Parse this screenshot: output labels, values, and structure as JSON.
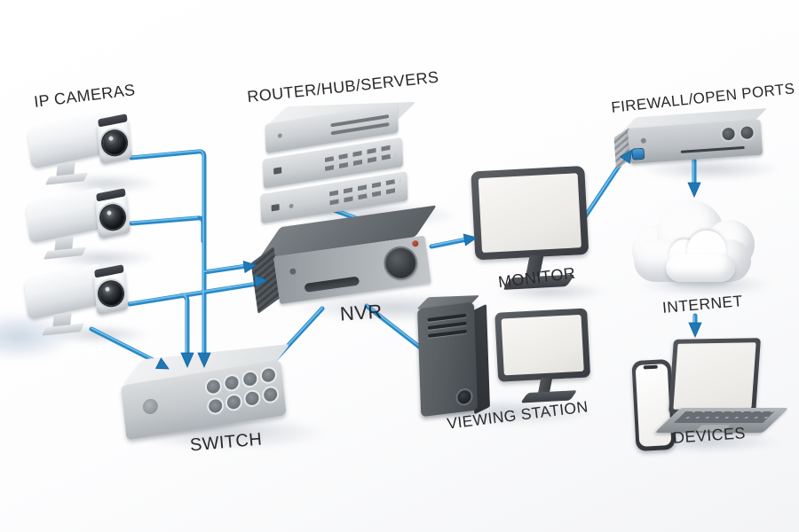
{
  "diagram": {
    "type": "network-topology",
    "subject": "IP camera surveillance system network diagram",
    "background_color": "#fcfcfd",
    "wire_color": "#2a89c7",
    "wire_highlight_color": "#79c6ef",
    "label_color": "#29292c",
    "labels": {
      "ip_cameras": "IP CAMERAS",
      "router": "ROUTER/HUB/SERVERS",
      "firewall": "FIREWALL/OPEN PORTS",
      "nvr": "NVR",
      "monitor": "MONITOR",
      "internet": "INTERNET",
      "switch": "SWITCH",
      "viewing_station": "VIEWING STATION",
      "devices": "DEVICES"
    },
    "nodes": [
      {
        "id": "ip-cameras",
        "label": "IP CAMERAS",
        "count": 3
      },
      {
        "id": "router-hub-servers",
        "label": "ROUTER/HUB/SERVERS",
        "stacked_units": 3
      },
      {
        "id": "firewall-open-ports",
        "label": "FIREWALL/OPEN PORTS"
      },
      {
        "id": "nvr",
        "label": "NVR"
      },
      {
        "id": "monitor",
        "label": "MONITOR"
      },
      {
        "id": "internet",
        "label": "INTERNET"
      },
      {
        "id": "switch",
        "label": "SWITCH",
        "ports": 8
      },
      {
        "id": "viewing-station",
        "label": "VIEWING STATION"
      },
      {
        "id": "devices",
        "label": "DEVICES",
        "items": [
          "smartphone",
          "laptop"
        ]
      }
    ],
    "connections": [
      {
        "from": "ip-camera-1",
        "to": "nvr",
        "arrow": true
      },
      {
        "from": "ip-camera-1",
        "to": "switch",
        "arrow": true
      },
      {
        "from": "ip-camera-2",
        "to": "switch",
        "arrow": true
      },
      {
        "from": "ip-camera-3",
        "to": "nvr",
        "arrow": true
      },
      {
        "from": "ip-camera-3",
        "to": "switch",
        "arrow": true
      },
      {
        "from": "switch",
        "to": "nvr",
        "arrow": false
      },
      {
        "from": "router-hub-servers",
        "to": "nvr",
        "arrow": false
      },
      {
        "from": "nvr",
        "to": "monitor",
        "arrow": true
      },
      {
        "from": "nvr",
        "to": "viewing-station",
        "arrow": false
      },
      {
        "from": "monitor",
        "to": "firewall-open-ports",
        "arrow": true
      },
      {
        "from": "firewall-open-ports",
        "to": "internet",
        "arrow": true
      },
      {
        "from": "internet",
        "to": "devices",
        "arrow": true
      }
    ]
  }
}
